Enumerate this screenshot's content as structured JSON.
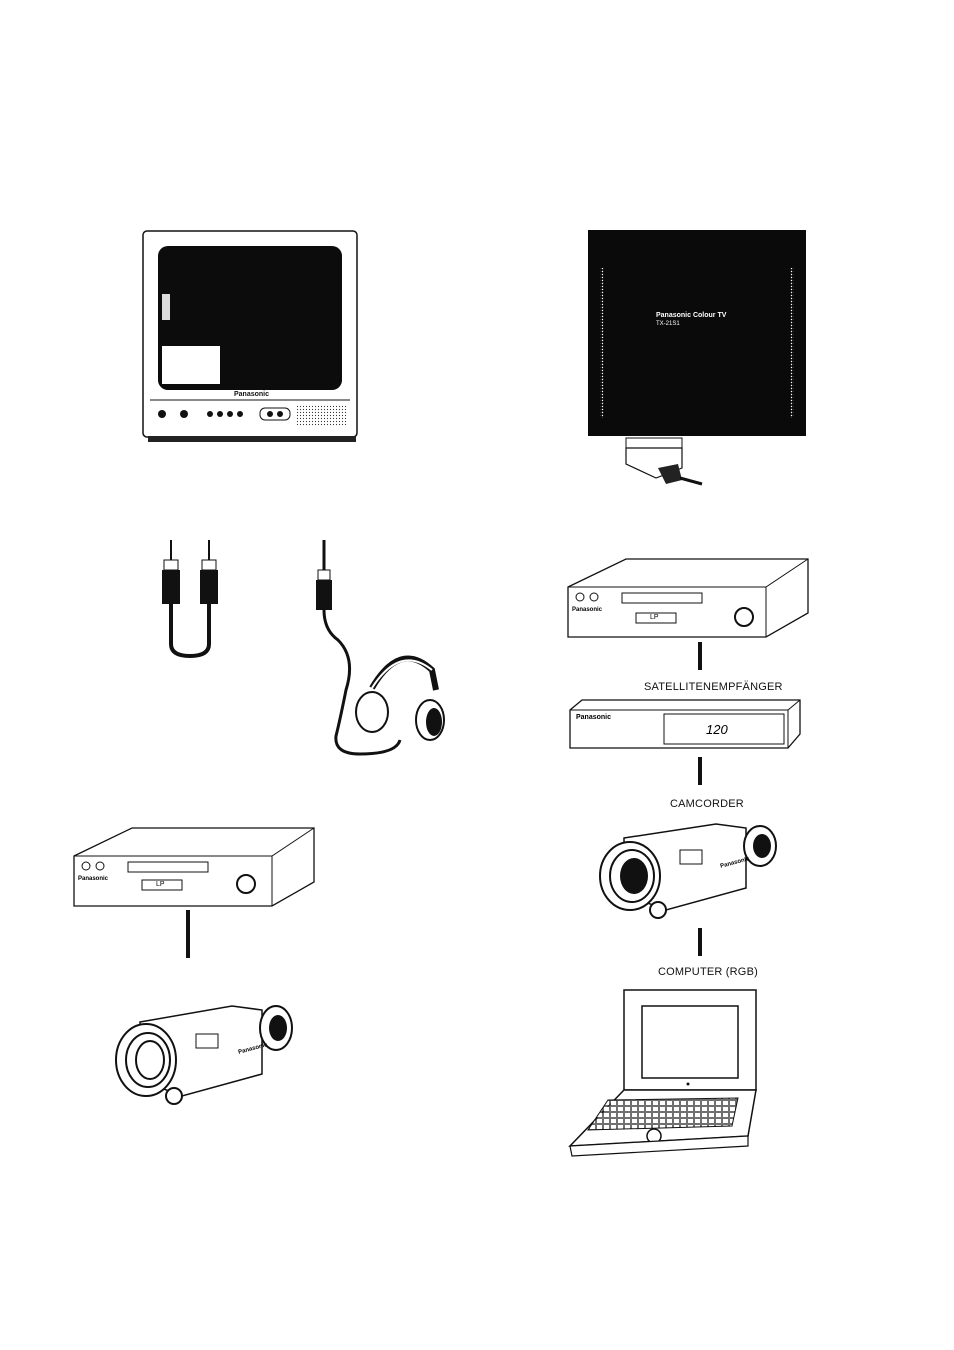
{
  "tv_front": {
    "brand": "Panasonic"
  },
  "tv_rear": {
    "label_title": "Panasonic Colour TV",
    "label_model": "TX-21S1"
  },
  "vcr": {
    "brand": "Panasonic",
    "display": "LP"
  },
  "satellite": {
    "label": "SATELLITENEMPFÄNGER",
    "brand": "Panasonic",
    "display": "120"
  },
  "camcorder": {
    "label": "CAMCORDER",
    "brand": "Panasonic"
  },
  "computer": {
    "label": "COMPUTER (RGB)"
  }
}
